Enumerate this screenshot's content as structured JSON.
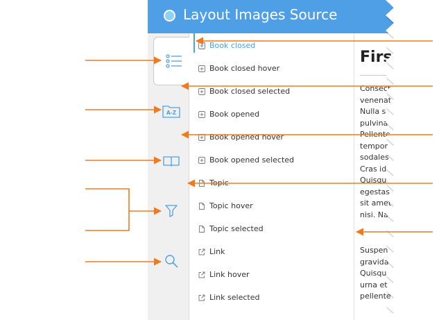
{
  "header": {
    "title": "Layout Images Source",
    "accent_color": "#4f9fe6"
  },
  "sidebar": {
    "buttons": [
      {
        "name": "contents-tab",
        "icon": "list-icon"
      },
      {
        "name": "index-tab",
        "icon": "a-z-folder-icon",
        "label": "A-Z"
      },
      {
        "name": "glossary-tab",
        "icon": "open-book-icon"
      },
      {
        "name": "filter-tab",
        "icon": "filter-icon"
      },
      {
        "name": "search-tab",
        "icon": "search-icon"
      }
    ]
  },
  "list": {
    "items": [
      {
        "label": "Book closed",
        "icon": "plus-box-icon",
        "state": "active"
      },
      {
        "label": "Book closed hover",
        "icon": "plus-box-icon"
      },
      {
        "label": "Book closed selected",
        "icon": "plus-box-icon"
      },
      {
        "label": "Book opened",
        "icon": "plus-box-icon"
      },
      {
        "label": "Book opened hover",
        "icon": "plus-box-icon"
      },
      {
        "label": "Book opened selected",
        "icon": "plus-box-icon"
      },
      {
        "label": "Topic",
        "icon": "page-icon"
      },
      {
        "label": "Topic hover",
        "icon": "page-icon"
      },
      {
        "label": "Topic selected",
        "icon": "page-icon"
      },
      {
        "label": "Link",
        "icon": "external-link-icon"
      },
      {
        "label": "Link hover",
        "icon": "external-link-icon"
      },
      {
        "label": "Link selected",
        "icon": "external-link-icon"
      }
    ]
  },
  "content": {
    "heading": "Firs",
    "paragraphs": [
      [
        "Consect",
        "venenat",
        "Nulla s",
        "pulvina",
        "Pellente",
        "tempor",
        "sodales",
        "Cras id",
        "Quisqu",
        "egestas",
        "sit amet",
        "nisi. Na"
      ],
      [
        "Suspen",
        "gravida",
        "Quisqu",
        "urna et",
        "pellente"
      ]
    ]
  },
  "callout_color": "#f07a1e"
}
